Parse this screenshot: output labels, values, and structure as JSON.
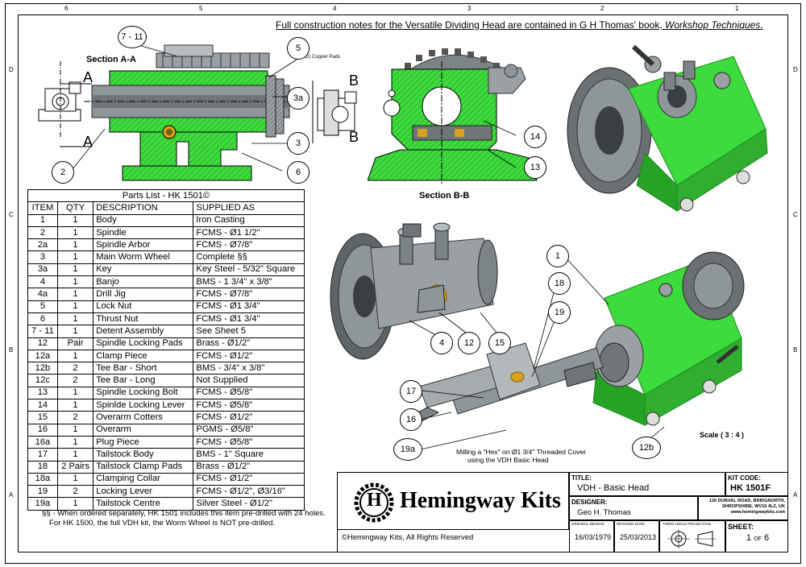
{
  "header_note": {
    "prefix": "Full construction notes for the Versatile Dividing Head are contained in G H Thomas' book, ",
    "book": "Workshop Techniques",
    "suffix": "."
  },
  "zones": {
    "top": [
      "6",
      "5",
      "4",
      "3",
      "2",
      "1"
    ],
    "left": [
      "D",
      "C",
      "B",
      "A"
    ]
  },
  "section_labels": {
    "aa": "Section A-A",
    "bb": "Section B-B",
    "copper_note": "Note: (2) Copper Pads",
    "a_top": "A",
    "a_bottom": "A",
    "b_top": "B",
    "b_bottom": "B"
  },
  "callouts": [
    "7 - 11",
    "5",
    "3a",
    "3",
    "6",
    "2",
    "14",
    "13",
    "1",
    "18",
    "19",
    "17",
    "16",
    "19a",
    "4",
    "12",
    "15",
    "12b"
  ],
  "milling_note": [
    "Milling a \"Hex\" on Ø1 3/4\" Threaded Cover",
    "using the VDH Basic Head"
  ],
  "scale": "Scale  ( 3 : 4 )",
  "parts": {
    "caption": "Parts List - HK 1501©",
    "headers": [
      "ITEM",
      "QTY",
      "DESCRIPTION",
      "SUPPLIED AS"
    ],
    "rows": [
      [
        "1",
        "1",
        "Body",
        "Iron Casting"
      ],
      [
        "2",
        "1",
        "Spindle",
        "FCMS - Ø1 1/2\""
      ],
      [
        "2a",
        "1",
        "Spindle Arbor",
        "FCMS - Ø7/8\""
      ],
      [
        "3",
        "1",
        "Main Worm Wheel",
        "Complete §§"
      ],
      [
        "3a",
        "1",
        "Key",
        "Key Steel - 5/32\" Square"
      ],
      [
        "4",
        "1",
        "Banjo",
        "BMS - 1 3/4\" x 3/8\""
      ],
      [
        "4a",
        "1",
        "Drill Jig",
        "FCMS - Ø7/8\""
      ],
      [
        "5",
        "1",
        "Lock Nut",
        "FCMS - Ø1 3/4\""
      ],
      [
        "6",
        "1",
        "Thrust Nut",
        "FCMS - Ø1 3/4\""
      ],
      [
        "7 - 11",
        "1",
        "Detent Assembly",
        "See Sheet 5"
      ],
      [
        "12",
        "Pair",
        "Spindle Locking Pads",
        "Brass - Ø1/2\""
      ],
      [
        "12a",
        "1",
        "Clamp Piece",
        "FCMS - Ø1/2\""
      ],
      [
        "12b",
        "2",
        "Tee Bar - Short",
        "BMS - 3/4\" x 3/8\""
      ],
      [
        "12c",
        "2",
        "Tee Bar - Long",
        "Not Supplied"
      ],
      [
        "13",
        "1",
        "Spindle Locking Bolt",
        "FCMS - Ø5/8\""
      ],
      [
        "14",
        "1",
        "Spinlde Locking Lever",
        "FCMS - Ø5/8\""
      ],
      [
        "15",
        "2",
        "Overarm Cotters",
        "FCMS - Ø1/2\""
      ],
      [
        "16",
        "1",
        "Overarm",
        "PGMS - Ø5/8\""
      ],
      [
        "16a",
        "1",
        "Plug Piece",
        "FCMS - Ø5/8\""
      ],
      [
        "17",
        "1",
        "Tailstock Body",
        "BMS - 1\" Square"
      ],
      [
        "18",
        "2 Pairs",
        "Tailstock Clamp Pads",
        "Brass - Ø1/2\""
      ],
      [
        "18a",
        "1",
        "Clamping Collar",
        "FCMS - Ø1/2\""
      ],
      [
        "19",
        "2",
        "Locking Lever",
        "FCMS - Ø1/2\", Ø3/16\""
      ],
      [
        "19a",
        "1",
        "Tailstock Centre",
        "Silver Steel - Ø1/2\""
      ]
    ]
  },
  "footnote": [
    "§§ - When ordered separately, HK 1501 includes this item pre-drilled with 24 holes.",
    "For HK 1500, the full VDH kit, the Worm Wheel is NOT pre-drilled."
  ],
  "title_block": {
    "logo_letter": "H",
    "company": "Hemingway Kits",
    "copyright": "©Hemingway Kits, All Rights Reserved",
    "title_label": "TITLE:",
    "title": "VDH - Basic Head",
    "kit_label": "KIT CODE:",
    "kit_code": "HK 1501F",
    "designer_label": "DESIGNER:",
    "designer": "Geo H. Thomas",
    "address": [
      "126 DUNVAL ROAD, BRIDGNORTH,",
      "SHROPSHIRE, WV16 4LZ, UK",
      "www.hemingwaykits.com"
    ],
    "orig_label": "ORIGINAL DESIGN:",
    "orig_date": "16/03/1979",
    "rev_label": "REVISION DATE:",
    "rev_date": "25/03/2013",
    "projection_label": "THIRD ANGLE PROJECTION",
    "sheet_label": "SHEET:",
    "sheet": "1",
    "sheet_of": "OF",
    "sheet_total": "6"
  },
  "colors": {
    "green": "#3ddb3d",
    "steel": "#8f969a",
    "dark": "#3b3f42",
    "brass": "#d6a21e",
    "hatch": "#1a8a1a"
  }
}
